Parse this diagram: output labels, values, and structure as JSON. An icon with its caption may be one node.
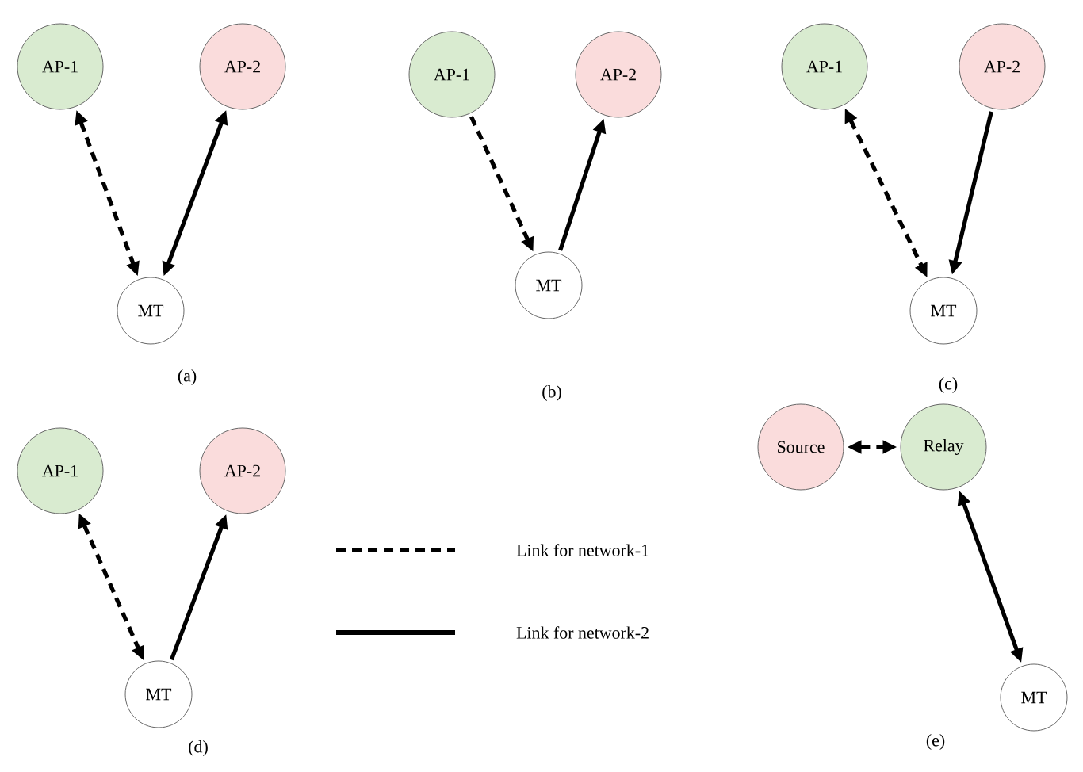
{
  "diagram": {
    "nodes": [
      {
        "text": [
          "AP-1"
        ]
      },
      {
        "text": [
          "AP-2"
        ]
      },
      {
        "text": [
          "MT"
        ]
      },
      {
        "text": [
          "AP-1"
        ]
      },
      {
        "text": [
          "AP-2"
        ]
      },
      {
        "text": [
          "MT"
        ]
      },
      {
        "text": [
          "AP-1"
        ]
      },
      {
        "text": [
          "AP-2"
        ]
      },
      {
        "text": [
          "MT"
        ]
      },
      {
        "text": [
          "AP-1"
        ]
      },
      {
        "text": [
          "AP-2"
        ]
      },
      {
        "text": [
          "MT"
        ]
      },
      {
        "text": [
          "Source"
        ]
      },
      {
        "text": [
          "Relay"
        ]
      },
      {
        "text": [
          "MT"
        ]
      }
    ],
    "edges": [
      {
        "from": 0,
        "to": 2,
        "arrow": "both",
        "style": "dashed"
      },
      {
        "from": 1,
        "to": 2,
        "arrow": "both"
      },
      {
        "from": 3,
        "to": 5,
        "arrow": "to",
        "style": "dashed"
      },
      {
        "from": 5,
        "to": 4,
        "arrow": "to"
      },
      {
        "from": 6,
        "to": 8,
        "arrow": "both",
        "style": "dashed"
      },
      {
        "from": 7,
        "to": 8,
        "arrow": "to"
      },
      {
        "from": 9,
        "to": 11,
        "arrow": "both",
        "style": "dashed"
      },
      {
        "from": 11,
        "to": 10,
        "arrow": "to"
      },
      {
        "from": 12,
        "to": 13,
        "arrow": "both",
        "style": "dashed"
      },
      {
        "from": 13,
        "to": 14,
        "arrow": "both"
      }
    ],
    "labels": [
      "(a)",
      "(b)",
      "(c)",
      "(d)",
      "(e)"
    ],
    "legend": [
      {
        "text": "Link for network-1"
      },
      {
        "text": "Link for network-2"
      }
    ]
  }
}
